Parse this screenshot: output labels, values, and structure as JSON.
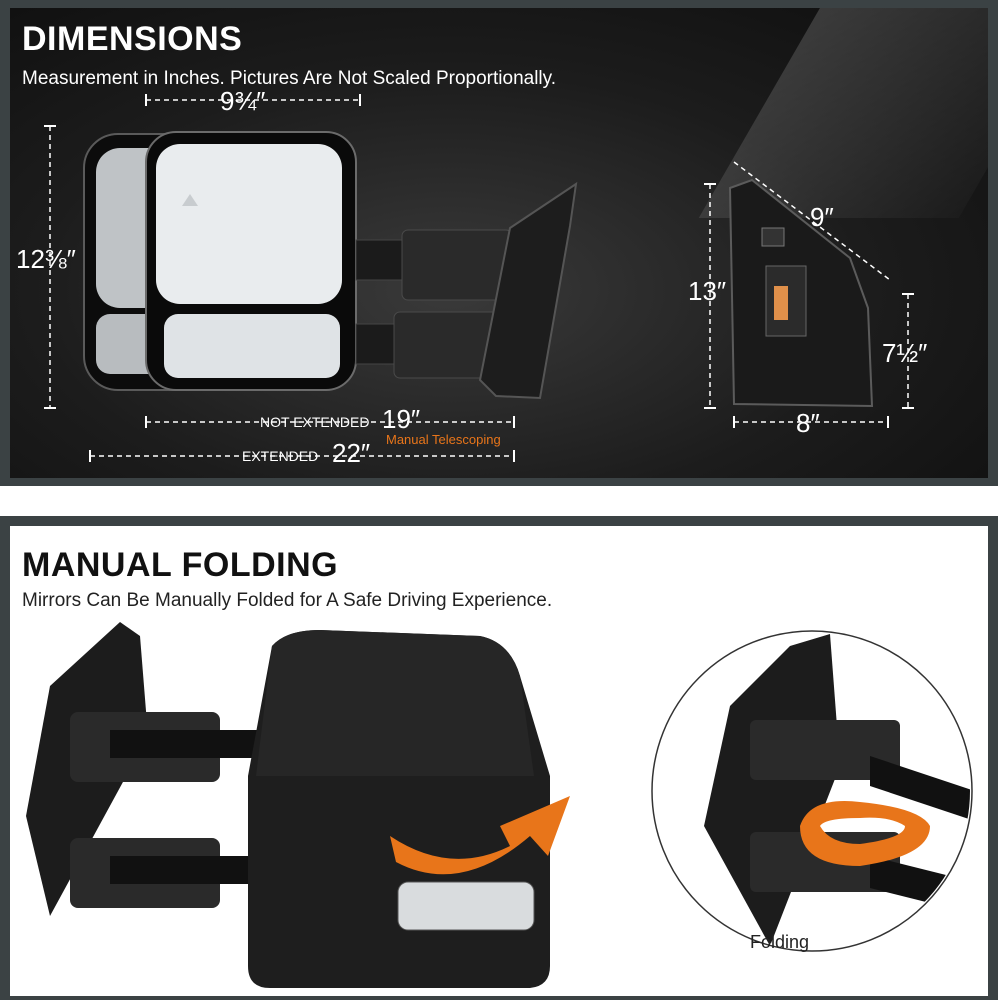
{
  "dimensions": {
    "title": "DIMENSIONS",
    "subtitle": "Measurement in Inches. Pictures Are Not Scaled Proportionally.",
    "width_top": "9¾″",
    "height_left": "12⅜″",
    "not_extended_label": "NOT EXTENDED",
    "not_extended_value": "19″",
    "telescoping_note": "Manual Telescoping",
    "extended_label": "EXTENDED",
    "extended_value": "22″",
    "mount_diagonal": "9″",
    "mount_height": "13″",
    "mount_side": "7½″",
    "mount_width": "8″"
  },
  "folding": {
    "title": "MANUAL FOLDING",
    "subtitle": "Mirrors Can Be Manually Folded for A Safe Driving Experience.",
    "inset_label": "Folding"
  },
  "colors": {
    "panel_border": "#3b4244",
    "accent_orange": "#e8751a"
  }
}
